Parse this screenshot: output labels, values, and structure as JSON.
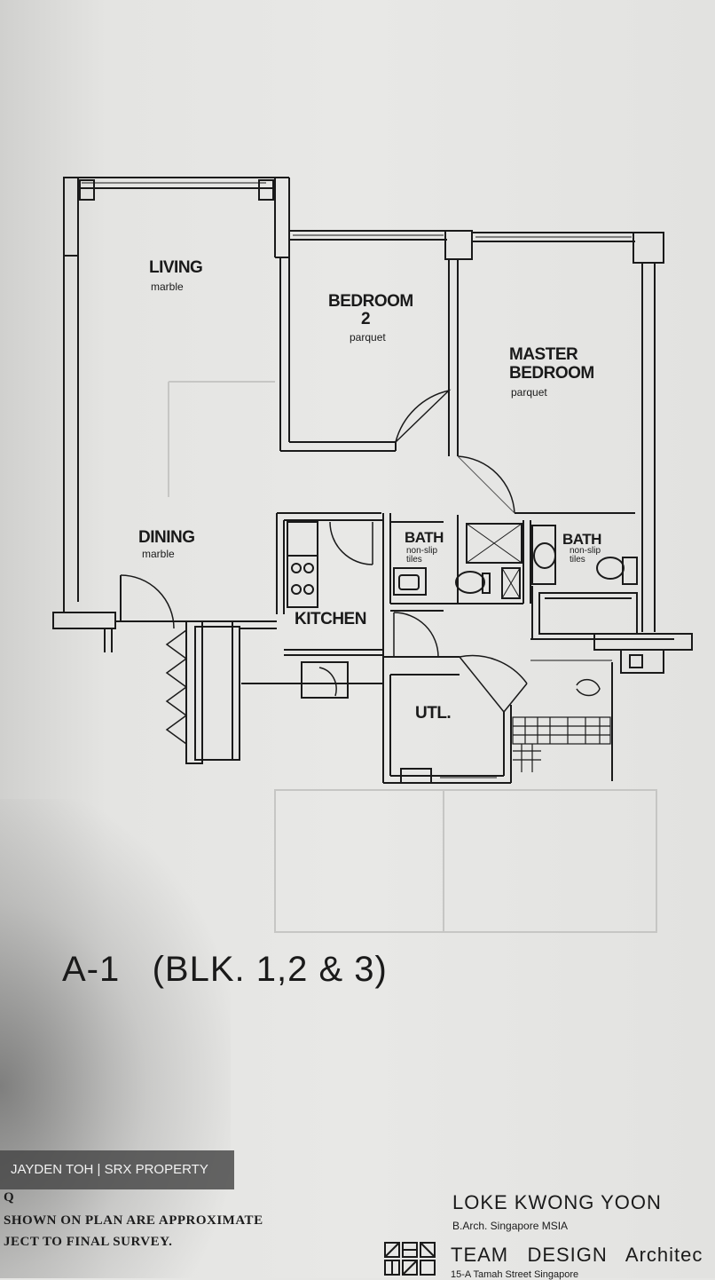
{
  "rooms": {
    "living": {
      "name": "LIVING",
      "floor": "marble"
    },
    "dining": {
      "name": "DINING",
      "floor": "marble"
    },
    "bedroom2": {
      "name_line1": "BEDROOM",
      "name_line2": "2",
      "floor": "parquet"
    },
    "master_bedroom": {
      "name_line1": "MASTER",
      "name_line2": "BEDROOM",
      "floor": "parquet"
    },
    "bath_common": {
      "name": "BATH",
      "floor_line1": "non-slip",
      "floor_line2": "tiles"
    },
    "bath_master": {
      "name": "BATH",
      "floor_line1": "non-slip",
      "floor_line2": "tiles"
    },
    "kitchen": {
      "name": "KITCHEN"
    },
    "utility": {
      "name": "UTL."
    }
  },
  "unit_title": "A-1   (BLK. 1,2 & 3)",
  "watermark": "JAYDEN TOH | SRX PROPERTY",
  "notes": {
    "line0": "Q",
    "line1": "SHOWN ON PLAN ARE APPROXIMATE",
    "line2": "JECT TO FINAL SURVEY."
  },
  "architect": {
    "name": "LOKE KWONG YOON",
    "qualifications": "B.Arch. Singapore MSIA",
    "firm": "TEAM   DESIGN   Architec",
    "address": "15-A Tamah Street Singapore"
  }
}
